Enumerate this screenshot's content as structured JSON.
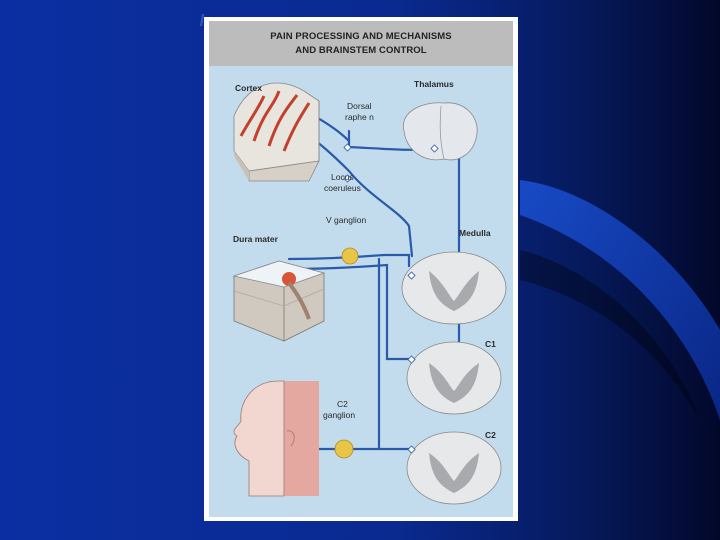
{
  "figure": {
    "title_line1": "PAIN PROCESSING AND MECHANISMS",
    "title_line2": "AND BRAINSTEM CONTROL"
  },
  "labels": {
    "cortex": "Cortex",
    "thalamus": "Thalamus",
    "dorsal_raphe_1": "Dorsal",
    "dorsal_raphe_2": "raphe n",
    "locus_1": "Locus",
    "locus_2": "coeruleus",
    "v_ganglion": "V ganglion",
    "dura_mater": "Dura mater",
    "medulla": "Medulla",
    "c1": "C1",
    "c2_label": "C2",
    "c2_ganglion_1": "C2",
    "c2_ganglion_2": "ganglion"
  },
  "colors": {
    "slide_blue": "#0a2a96",
    "figure_bg": "#c2dcee",
    "pathway_blue": "#2a5aa8",
    "ganglion_yellow": "#e8c547",
    "cortex_red": "#c0422e"
  }
}
